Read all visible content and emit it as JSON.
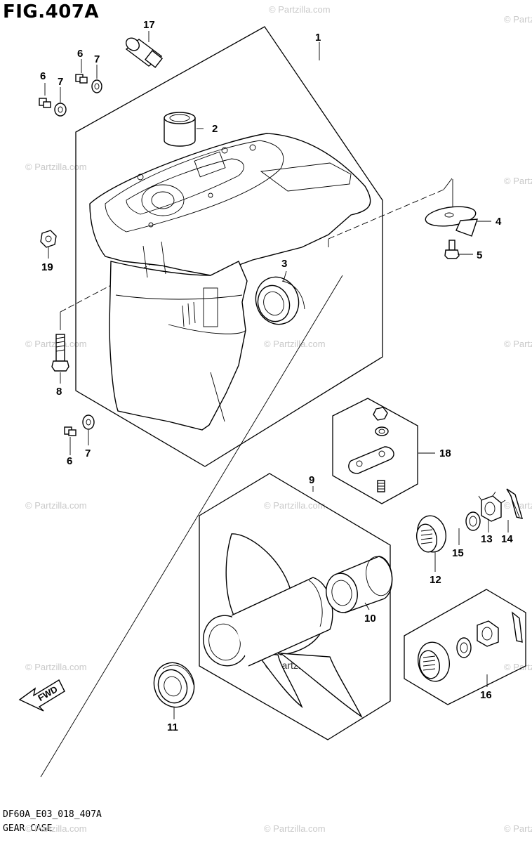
{
  "figure": {
    "title": "FIG.407A",
    "code": "DF60A_E03_018_407A",
    "caption": "GEAR CASE",
    "direction_label": "FWD"
  },
  "watermark": {
    "text": "© Partzilla.com",
    "prominent_text": "© Partzilla.com",
    "color": "#c9c9c9"
  },
  "callouts": [
    "1",
    "2",
    "3",
    "4",
    "5",
    "6",
    "6",
    "6",
    "7",
    "7",
    "7",
    "8",
    "9",
    "10",
    "11",
    "12",
    "13",
    "14",
    "15",
    "16",
    "17",
    "18",
    "19"
  ]
}
